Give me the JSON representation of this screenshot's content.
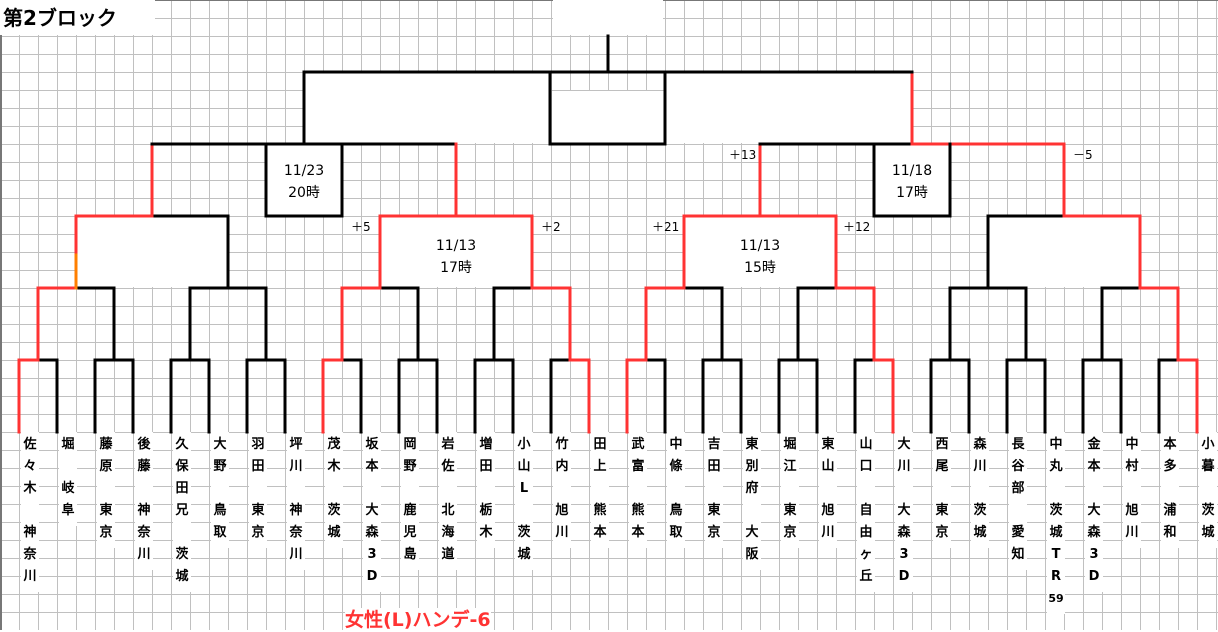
{
  "title": "第2ブロック",
  "colors": {
    "line": "#000000",
    "winner": "#ff3333",
    "orange": "#ff7f00",
    "footer": "#ff3333"
  },
  "matches": {
    "m_left_final": {
      "date": "11/23",
      "time": "20時"
    },
    "m_left_semi": {
      "date": "11/13",
      "time": "17時"
    },
    "m_right_semi": {
      "date": "11/13",
      "time": "15時"
    },
    "m_right_final": {
      "date": "11/18",
      "time": "17時"
    }
  },
  "score_diffs": {
    "left_semi_left": "＋5",
    "left_semi_right": "＋2",
    "right_semi_left": "＋21",
    "right_semi_right": "＋12",
    "right_half_left": "＋13",
    "right_half_right": "－5"
  },
  "players": [
    {
      "name": [
        "佐",
        "々",
        "木",
        "",
        "神",
        "奈",
        "川"
      ]
    },
    {
      "name": [
        "堀",
        "",
        "岐",
        "阜"
      ]
    },
    {
      "name": [
        "藤",
        "原",
        "",
        "東",
        "京"
      ]
    },
    {
      "name": [
        "後",
        "藤",
        "",
        "神",
        "奈",
        "川"
      ]
    },
    {
      "name": [
        "久",
        "保",
        "田",
        "兄",
        "",
        "茨",
        "城"
      ]
    },
    {
      "name": [
        "大",
        "野",
        "",
        "鳥",
        "取"
      ]
    },
    {
      "name": [
        "羽",
        "田",
        "",
        "東",
        "京"
      ]
    },
    {
      "name": [
        "坪",
        "川",
        "",
        "神",
        "奈",
        "川"
      ]
    },
    {
      "name": [
        "茂",
        "木",
        "",
        "茨",
        "城"
      ]
    },
    {
      "name": [
        "坂",
        "本",
        "",
        "大",
        "森",
        "3",
        "D"
      ]
    },
    {
      "name": [
        "岡",
        "野",
        "",
        "鹿",
        "児",
        "島"
      ]
    },
    {
      "name": [
        "岩",
        "佐",
        "",
        "北",
        "海",
        "道"
      ]
    },
    {
      "name": [
        "増",
        "田",
        "",
        "栃",
        "木"
      ]
    },
    {
      "name": [
        "小",
        "山",
        "L",
        "",
        "茨",
        "城"
      ]
    },
    {
      "name": [
        "竹",
        "内",
        "",
        "旭",
        "川"
      ]
    },
    {
      "name": [
        "田",
        "上",
        "",
        "熊",
        "本"
      ]
    },
    {
      "name": [
        "武",
        "富",
        "",
        "熊",
        "本"
      ]
    },
    {
      "name": [
        "中",
        "條",
        "",
        "鳥",
        "取"
      ]
    },
    {
      "name": [
        "吉",
        "田",
        "",
        "東",
        "京"
      ]
    },
    {
      "name": [
        "東",
        "別",
        "府",
        "",
        "大",
        "阪"
      ]
    },
    {
      "name": [
        "堀",
        "江",
        "",
        "東",
        "京"
      ]
    },
    {
      "name": [
        "東",
        "山",
        "",
        "旭",
        "川"
      ]
    },
    {
      "name": [
        "山",
        "口",
        "",
        "自",
        "由",
        "ヶ",
        "丘"
      ]
    },
    {
      "name": [
        "大",
        "川",
        "",
        "大",
        "森",
        "3",
        "D"
      ]
    },
    {
      "name": [
        "西",
        "尾",
        "",
        "東",
        "京"
      ]
    },
    {
      "name": [
        "森",
        "川",
        "",
        "茨",
        "城"
      ]
    },
    {
      "name": [
        "長",
        "谷",
        "部",
        "",
        "愛",
        "知"
      ]
    },
    {
      "name": [
        "中",
        "丸",
        "",
        "茨",
        "城",
        "T",
        "R",
        "59"
      ]
    },
    {
      "name": [
        "金",
        "本",
        "",
        "大",
        "森",
        "3",
        "D"
      ]
    },
    {
      "name": [
        "中",
        "村",
        "",
        "旭",
        "川"
      ]
    },
    {
      "name": [
        "本",
        "多",
        "",
        "浦",
        "和"
      ]
    },
    {
      "name": [
        "小",
        "暮",
        "",
        "茨",
        "城"
      ]
    }
  ],
  "footer_note": "女性(L)ハンデ-6"
}
